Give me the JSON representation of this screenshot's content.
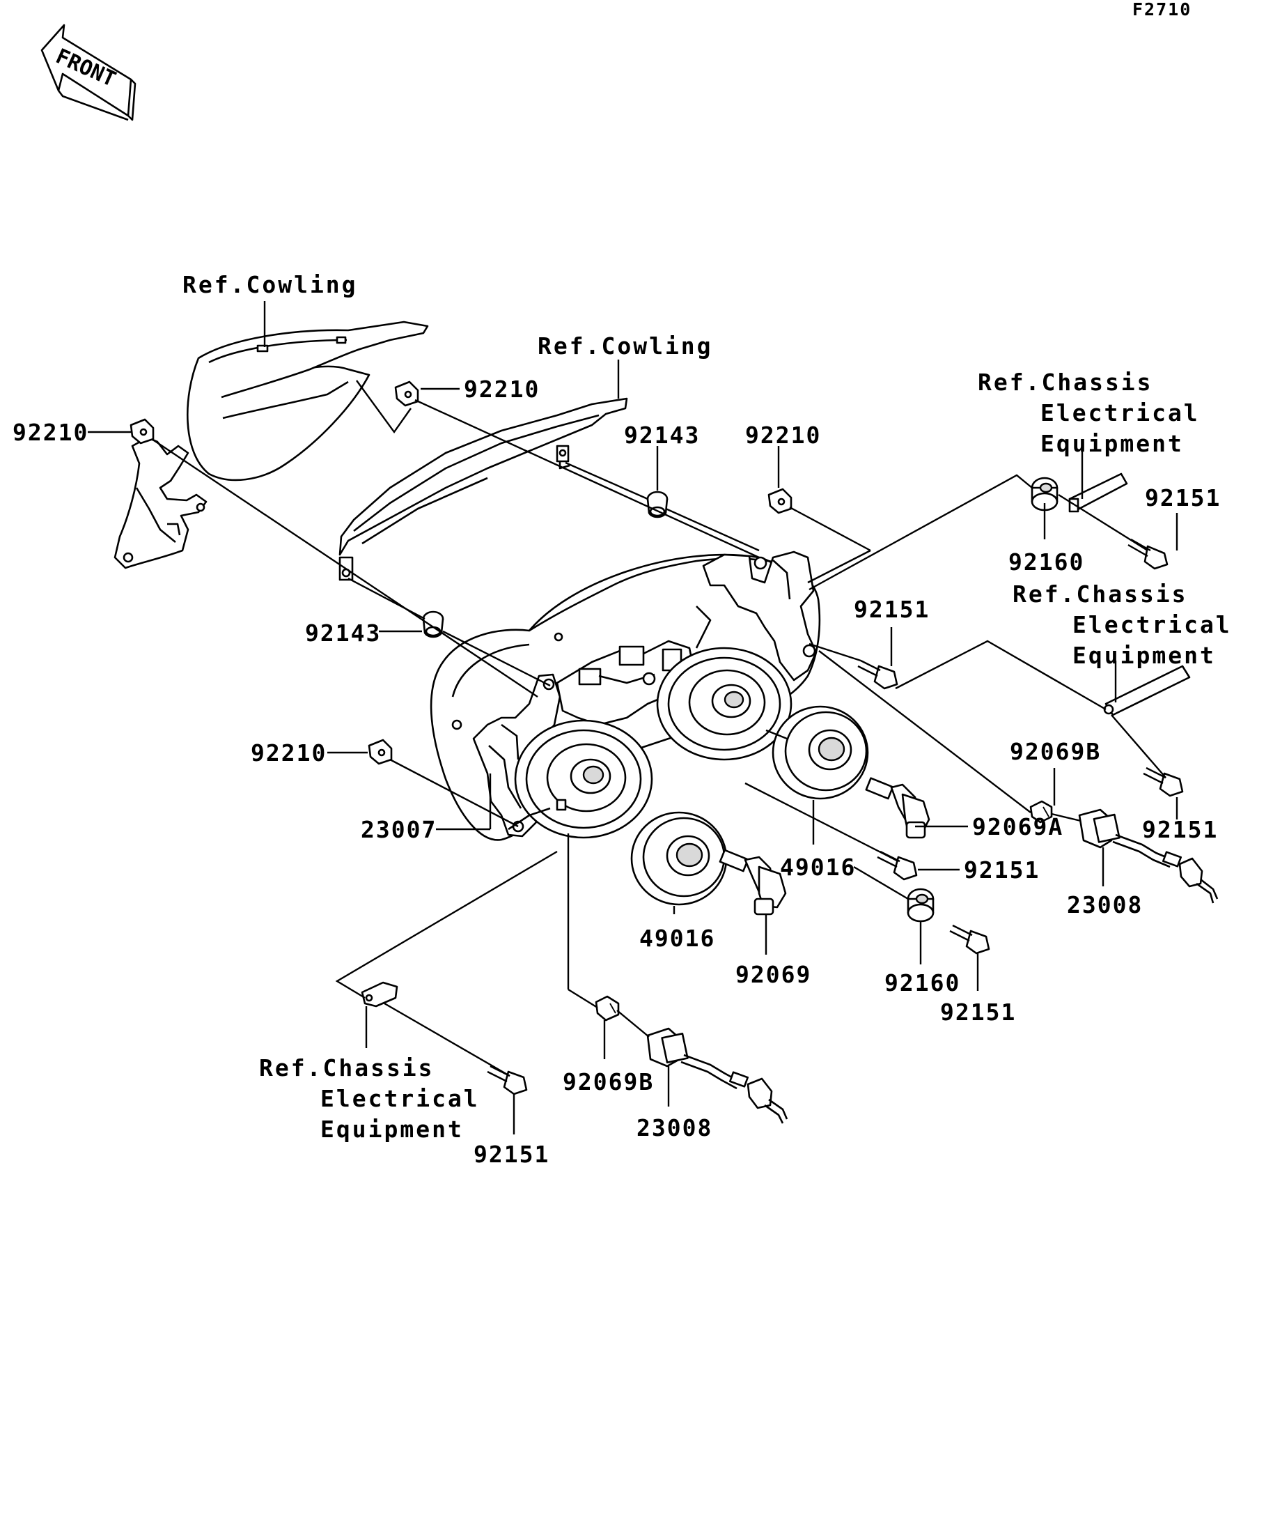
{
  "diagram_code": "F2710",
  "front_arrow": "FRONT",
  "refs": {
    "cowling_upper": "Ref.Cowling",
    "cowling_middle": "Ref.Cowling",
    "chassis_top": [
      "Ref.Chassis",
      "Electrical",
      "Equipment"
    ],
    "chassis_mid": [
      "Ref.Chassis",
      "Electrical",
      "Equipment"
    ],
    "chassis_bottom": [
      "Ref.Chassis",
      "Electrical",
      "Equipment"
    ]
  },
  "part_labels": {
    "p92210_left": "92210",
    "p92210_top": "92210",
    "p92210_right": "92210",
    "p92210_lower": "92210",
    "p92143_top": "92143",
    "p92143_left": "92143",
    "p92160_top": "92160",
    "p92160_bottom": "92160",
    "p92151_top": "92151",
    "p92151_center": "92151",
    "p92151_right": "92151",
    "p92151_mid": "92151",
    "p92151_lowright": "92151",
    "p92151_bottom": "92151",
    "p92069B_right": "92069B",
    "p92069B_bottom": "92069B",
    "p92069A": "92069A",
    "p92069": "92069",
    "p23007": "23007",
    "p23008_right": "23008",
    "p23008_bottom": "23008",
    "p49016_right": "49016",
    "p49016_left": "49016"
  }
}
